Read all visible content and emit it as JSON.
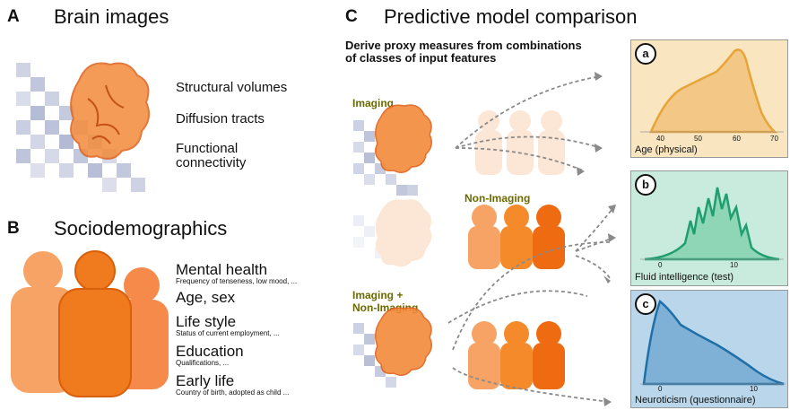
{
  "panel_a": {
    "letter": "A",
    "title": "Brain images",
    "features": [
      "Structural volumes",
      "Diffusion tracts",
      "Functional connectivity"
    ]
  },
  "panel_b": {
    "letter": "B",
    "title": "Sociodemographics",
    "items": [
      {
        "main": "Mental health",
        "sub": "Frequency of tenseness, low mood, ..."
      },
      {
        "main": "Age, sex",
        "sub": ""
      },
      {
        "main": "Life style",
        "sub": "Status of current employment, ..."
      },
      {
        "main": "Education",
        "sub": "Qualifications, ..."
      },
      {
        "main": "Early life",
        "sub": "Country of birth, adopted as child ..."
      }
    ]
  },
  "panel_c": {
    "letter": "C",
    "title": "Predictive model comparison",
    "subtitle": "Derive proxy measures from combinations of classes of input features",
    "inputs": [
      "Imaging",
      "Non-Imaging",
      "Imaging + Non-Imaging"
    ]
  },
  "targets": [
    {
      "badge": "a",
      "label": "Age (physical)",
      "ticks": [
        "40",
        "50",
        "60",
        "70"
      ],
      "color": "#e7a437",
      "bg": "#f9e5c0"
    },
    {
      "badge": "b",
      "label": "Fluid intelligence (test)",
      "ticks": [
        "0",
        "10"
      ],
      "color": "#1f9e70",
      "bg": "#c9ebdd"
    },
    {
      "badge": "c",
      "label": "Neuroticism (questionnaire)",
      "ticks": [
        "0",
        "10"
      ],
      "color": "#1f6fa8",
      "bg": "#b9d6ea"
    }
  ],
  "colors": {
    "orange": "#f07a1e",
    "light_orange": "#f7a366",
    "brain_grid": "#b8bfd6"
  }
}
